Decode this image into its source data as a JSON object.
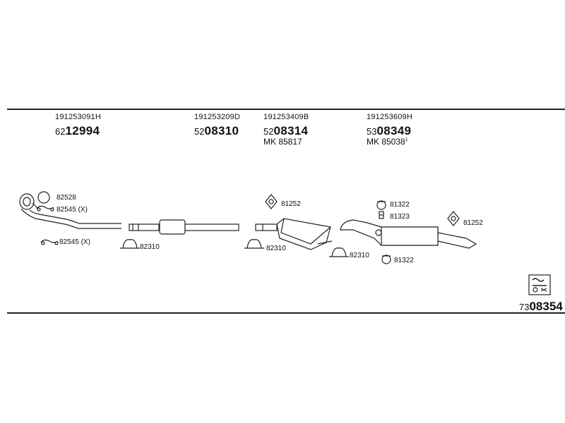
{
  "groups": [
    {
      "ref": "191253091H",
      "prefix": "62",
      "number": "12994",
      "mk": ""
    },
    {
      "ref": "191253209D",
      "prefix": "52",
      "number": "08310",
      "mk": ""
    },
    {
      "ref": "191253409B",
      "prefix": "52",
      "number": "08314",
      "mk": "MK  85817"
    },
    {
      "ref": "191253609H",
      "prefix": "53",
      "number": "08349",
      "mk": "MK  85038",
      "mk_sup": "1"
    }
  ],
  "labels": {
    "l82528": "82528",
    "l82545a": "82545 (X)",
    "l82545b": "82545 (X)",
    "l82310a": "82310",
    "l82310b": "82310",
    "l82310c": "82310",
    "l81252a": "81252",
    "l81252b": "81252",
    "l81322a": "81322",
    "l81323": "81323",
    "l81322b": "81322"
  },
  "footer": {
    "prefix": "73",
    "number": "08354"
  }
}
